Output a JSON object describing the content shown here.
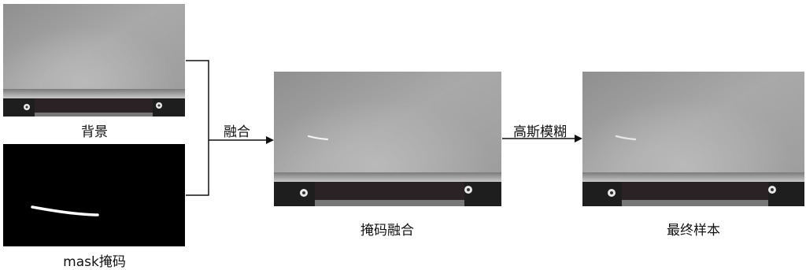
{
  "panels": {
    "background": {
      "caption": "背景"
    },
    "mask": {
      "caption": "mask掩码"
    },
    "masked_fusion": {
      "caption": "掩码融合"
    },
    "final_sample": {
      "caption": "最终样本"
    }
  },
  "arrows": {
    "fusion_label": "融合",
    "gaussian_blur_label": "高斯模糊"
  }
}
